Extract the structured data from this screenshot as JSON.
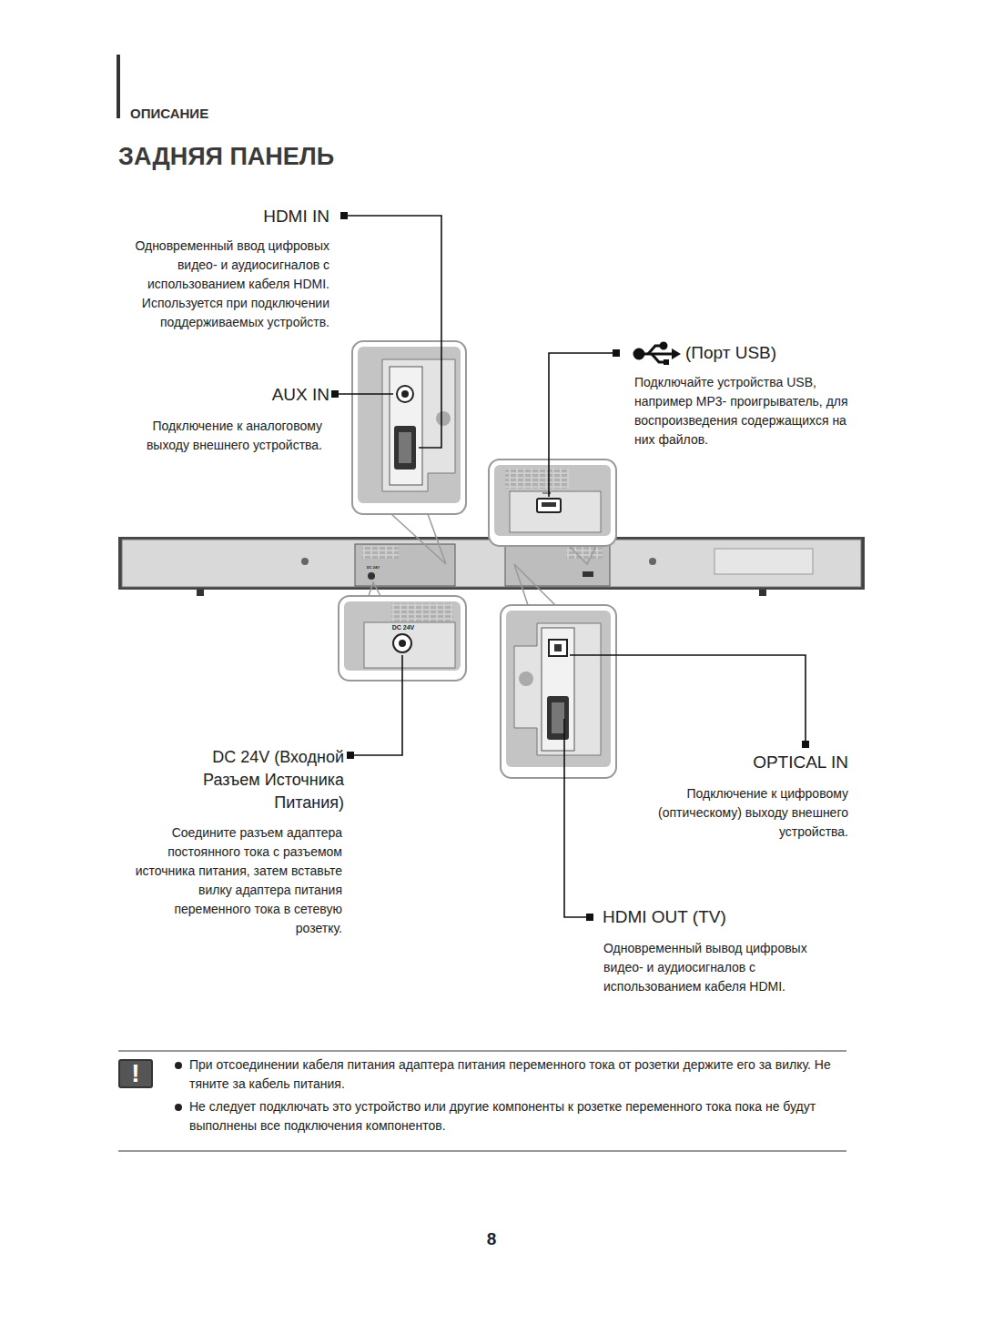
{
  "diagram": {
    "title": "ЗАДНЯЯ ПАНЕЛЬ",
    "nodes": [
      {
        "text": [
          "При отсоединении кабеля питания адаптера питания переменного тока от розетки держите его за вилку. Не тяните за кабель питания.",
          "Не следует подключать это устройство или другие компоненты к розетке переменного тока пока не будут выполнены все подключения компонентов."
        ]
      },
      {
        "text": [
          "!"
        ],
        "in": 0
      }
    ],
    "edges": [],
    "labels": [
      "ОПИСАНИЕ",
      "HDMI IN",
      "Одновременный ввод цифровых видео- и аудиосигналов с использованием кабеля HDMI. Используется при подключении поддерживаемых устройств.",
      "AUX IN",
      "Подключение к аналоговому выходу внешнего устройства.",
      "(Порт USB)",
      "Подключайте устройства USB, например MP3- проигрыватель, для воспроизведения содержащихся на них файлов.",
      "DC 24V",
      "DC 24V",
      "DC 24V (Входной Разъем Источника Питания)",
      "Соедините разъем адаптера постоянного тока с разъемом источника питания, затем вставьте вилку адаптера питания переменного тока в сетевую розетку.",
      "OPTICAL IN",
      "Подключение к цифровому (оптическому) выходу внешнего устройства.",
      "HDMI OUT (TV)",
      "Одновременный вывод цифровых видео- и аудиосигналов с использованием кабеля HDMI.",
      "8"
    ]
  }
}
